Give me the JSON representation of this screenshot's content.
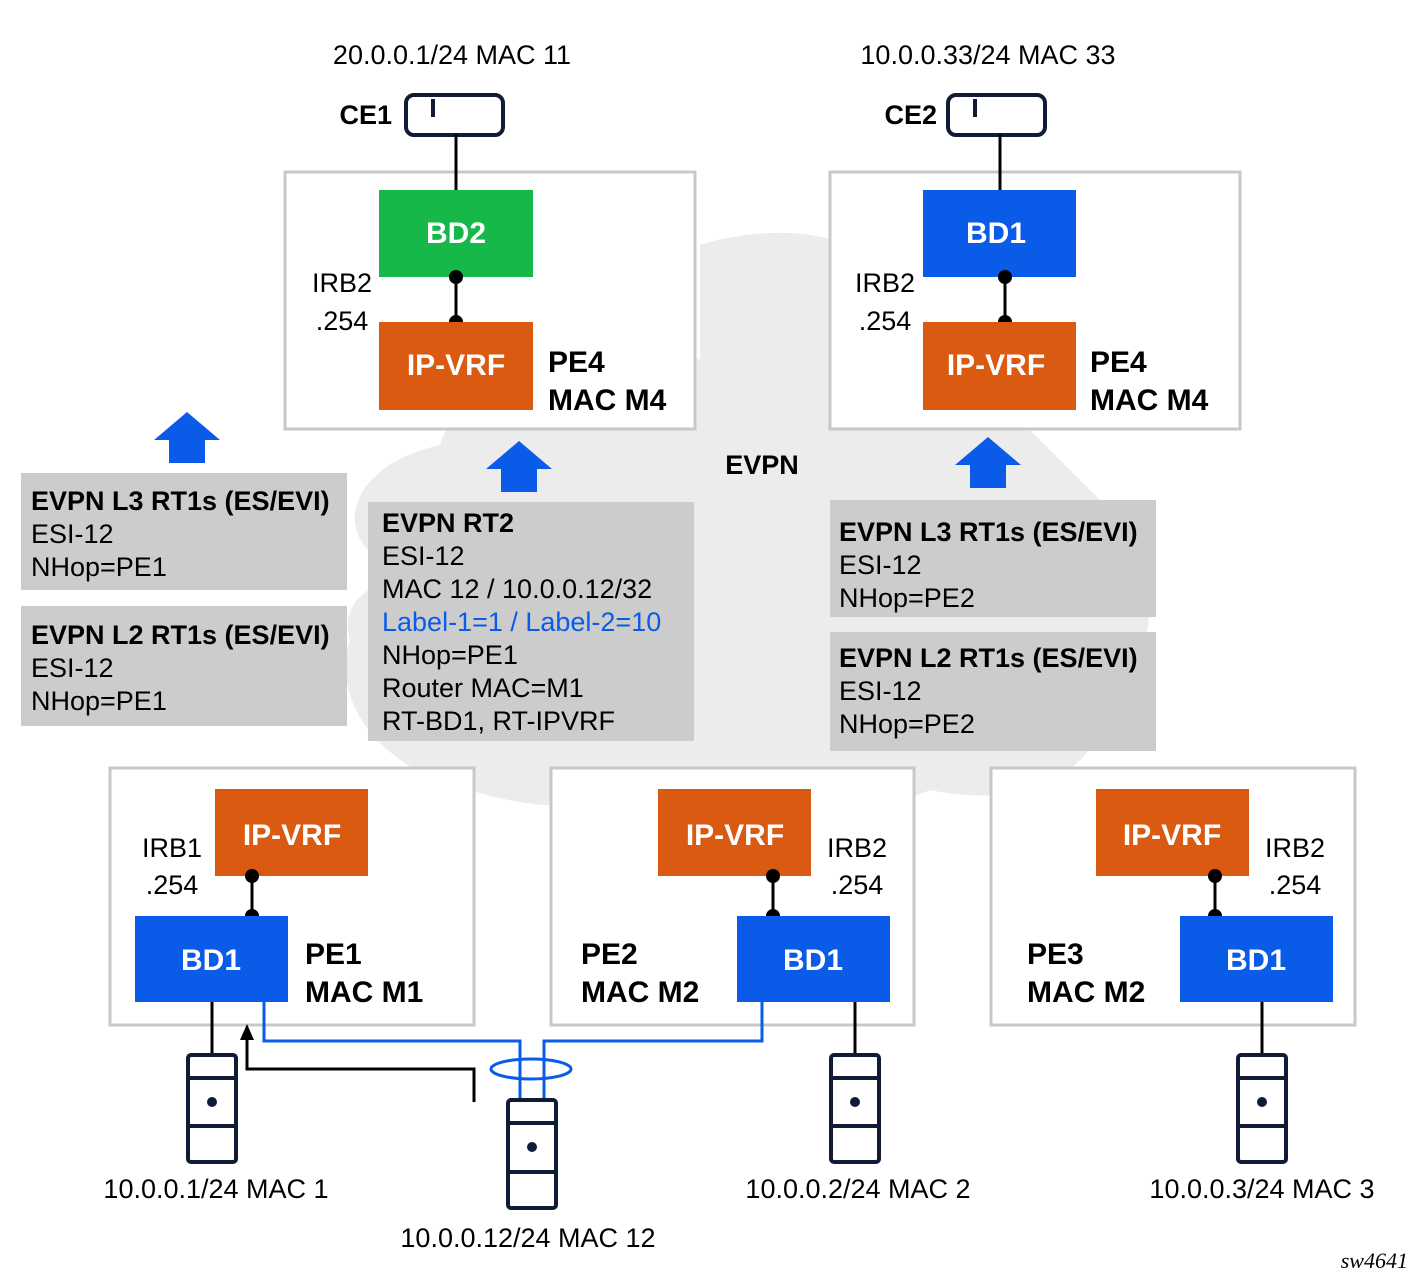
{
  "colors": {
    "bd_green": "#16b84a",
    "bd_blue": "#0a5be8",
    "ipvrf_orange": "#d95a10",
    "info_box": "#cccccc",
    "cloud": "#ececec",
    "link_blue": "#0a5be8",
    "highlight_text": "#0a5be8"
  },
  "cloud": {
    "label": "EVPN"
  },
  "ce1": {
    "name": "CE1",
    "address": "20.0.0.1/24 MAC 11"
  },
  "ce2": {
    "name": "CE2",
    "address": "10.0.0.33/24 MAC 33"
  },
  "pe_top_left": {
    "bd": "BD2",
    "irb": "IRB2",
    "irb_addr": ".254",
    "ipvrf": "IP-VRF",
    "name": "PE4",
    "mac": "MAC M4"
  },
  "pe_top_right": {
    "bd": "BD1",
    "irb": "IRB2",
    "irb_addr": ".254",
    "ipvrf": "IP-VRF",
    "name": "PE4",
    "mac": "MAC M4"
  },
  "pe1": {
    "ipvrf": "IP-VRF",
    "irb": "IRB1",
    "irb_addr": ".254",
    "bd": "BD1",
    "name": "PE1",
    "mac": "MAC M1"
  },
  "pe2": {
    "ipvrf": "IP-VRF",
    "irb": "IRB2",
    "irb_addr": ".254",
    "bd": "BD1",
    "name": "PE2",
    "mac": "MAC M2"
  },
  "pe3": {
    "ipvrf": "IP-VRF",
    "irb": "IRB2",
    "irb_addr": ".254",
    "bd": "BD1",
    "name": "PE3",
    "mac": "MAC M2"
  },
  "routes": {
    "left_l3": {
      "title": "EVPN L3 RT1s (ES/EVI)",
      "esi": "ESI-12",
      "nhop": "NHop=PE1"
    },
    "left_l2": {
      "title": "EVPN L2 RT1s (ES/EVI)",
      "esi": "ESI-12",
      "nhop": "NHop=PE1"
    },
    "rt2": {
      "title": "EVPN RT2",
      "esi": "ESI-12",
      "mac_ip": "MAC 12 / 10.0.0.12/32",
      "labels": "Label-1=1 / Label-2=10",
      "nhop": "NHop=PE1",
      "router_mac": "Router MAC=M1",
      "rts": "RT-BD1, RT-IPVRF"
    },
    "right_l3": {
      "title": "EVPN L3 RT1s (ES/EVI)",
      "esi": "ESI-12",
      "nhop": "NHop=PE2"
    },
    "right_l2": {
      "title": "EVPN L2 RT1s (ES/EVI)",
      "esi": "ESI-12",
      "nhop": "NHop=PE2"
    }
  },
  "hosts": {
    "h1": "10.0.0.1/24 MAC 1",
    "h12": "10.0.0.12/24 MAC 12",
    "h2": "10.0.0.2/24 MAC 2",
    "h3": "10.0.0.3/24 MAC 3"
  },
  "figure_id": "sw4641"
}
